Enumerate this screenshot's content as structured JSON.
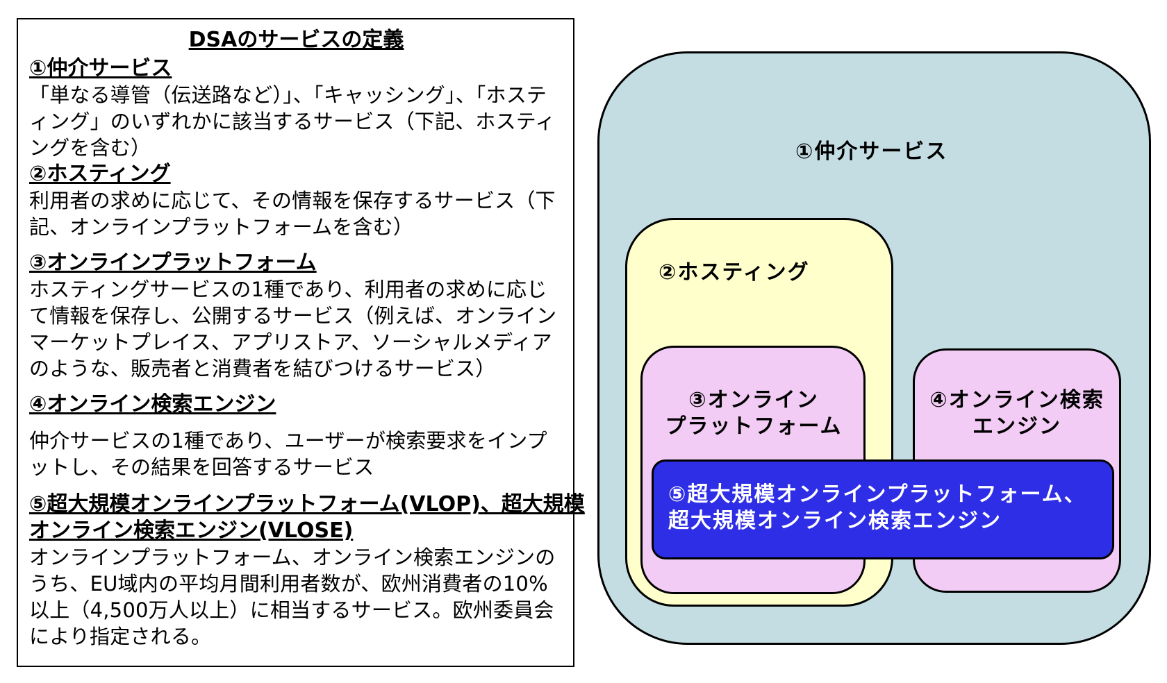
{
  "definitions": {
    "title": "DSAのサービスの定義",
    "sections": [
      {
        "heading": "①仲介サービス",
        "body": "「単なる導管（伝送路など）」、「キャッシング」、「ホスティング」のいずれかに該当するサービス（下記、ホスティングを含む）"
      },
      {
        "heading": "②ホスティング",
        "body": "利用者の求めに応じて、その情報を保存するサービス（下記、オンラインプラットフォームを含む）"
      },
      {
        "heading": "③オンラインプラットフォーム",
        "body": "ホスティングサービスの1種であり、利用者の求めに応じて情報を保存し、公開するサービス（例えば、オンラインマーケットプレイス、アプリストア、ソーシャルメディアのような、販売者と消費者を結びつけるサービス）"
      },
      {
        "heading": "④オンライン検索エンジン",
        "body": "仲介サービスの1種であり、ユーザーが検索要求をインプットし、その結果を回答するサービス"
      },
      {
        "heading_line1": "⑤超大規模オンラインプラットフォーム(VLOP)、超大規模",
        "heading_line2": "オンライン検索エンジン(VLOSE)",
        "body": "オンラインプラットフォーム、オンライン検索エンジンのうち、EU域内の平均月間利用者数が、欧州消費者の10%以上（4,500万人以上）に相当するサービス。欧州委員会により指定される。"
      }
    ]
  },
  "diagram": {
    "intermediary_label": "①仲介サービス",
    "hosting_label": "②ホスティング",
    "platform_label_line1": "③オンライン",
    "platform_label_line2": "プラットフォーム",
    "search_label_line1": "④オンライン検索",
    "search_label_line2": "エンジン",
    "vlop_label_line1": "⑤超大規模オンラインプラットフォーム、",
    "vlop_label_line2": "超大規模オンライン検索エンジン",
    "colors": {
      "intermediary": "#c4dde2",
      "hosting": "#ffffcc",
      "platform": "#f3ccf5",
      "search": "#f3ccf5",
      "vlop": "#2e2ee6",
      "vlop_text": "#ffffff"
    }
  }
}
